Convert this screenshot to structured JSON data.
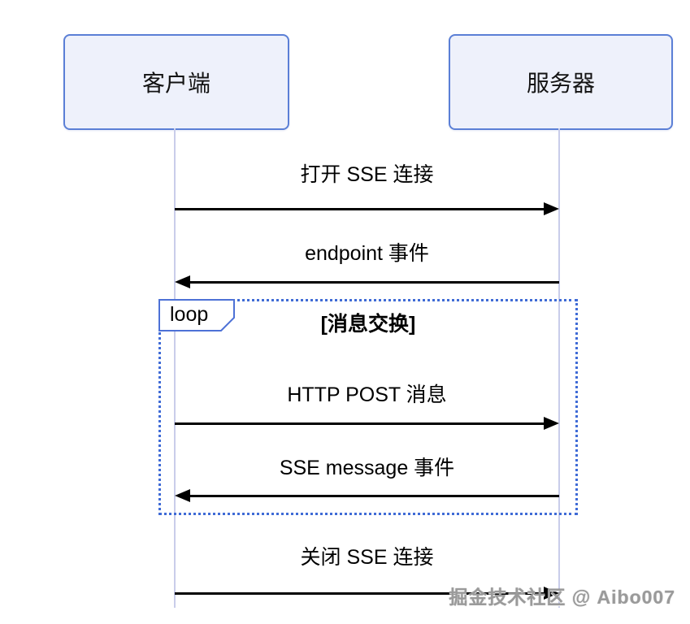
{
  "diagram": {
    "type": "sequence-diagram",
    "actors": [
      {
        "label": "客户端"
      },
      {
        "label": "服务器"
      }
    ],
    "messages": [
      {
        "label": "打开 SSE 连接",
        "direction": "right"
      },
      {
        "label": "endpoint 事件",
        "direction": "left"
      },
      {
        "label": "HTTP POST 消息",
        "direction": "right",
        "in_loop": true
      },
      {
        "label": "SSE message 事件",
        "direction": "left",
        "in_loop": true
      },
      {
        "label": "关闭 SSE 连接",
        "direction": "right"
      }
    ],
    "loop": {
      "label": "loop",
      "condition": "[消息交换]"
    },
    "watermark": "掘金技术社区 @ Aibo007",
    "colors": {
      "actor_fill": "#eef1fb",
      "actor_border": "#5b7fd6",
      "lifeline": "#c9cdea",
      "loop_border": "#3f6bd6",
      "arrow": "#000000",
      "watermark_text": "#9a9a9a"
    }
  }
}
